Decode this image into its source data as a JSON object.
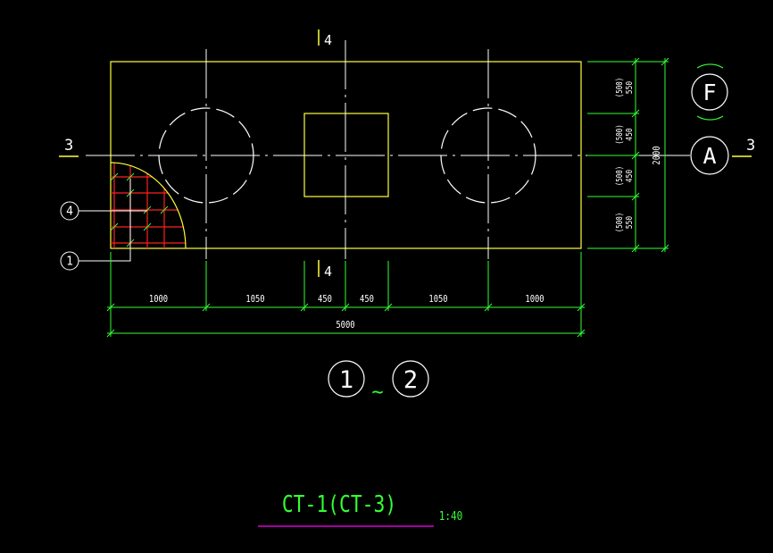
{
  "colors": {
    "background": "#000000",
    "outline": "#ffff3c",
    "dimension": "#32ff32",
    "text": "#ffffff",
    "centerline": "#ffffff",
    "rebar": "#ff2020",
    "underline": "#ff00ff",
    "title": "#32ff32"
  },
  "section_marks": {
    "left": "3",
    "right": "3",
    "top": "4",
    "bottom": "4"
  },
  "axis_bubbles": {
    "top_right": "F",
    "right": "A",
    "bottom_left": "1",
    "bottom_right": "2",
    "range_symbol": "~"
  },
  "rebar_callouts": {
    "upper": "4",
    "lower": "1"
  },
  "dimensions": {
    "horizontal": [
      "1000",
      "1050",
      "450",
      "450",
      "1050",
      "1000"
    ],
    "total_width": "5000",
    "vertical": [
      {
        "main": "550",
        "sub": "(500)"
      },
      {
        "main": "450",
        "sub": "(500)"
      },
      {
        "main": "450",
        "sub": "(500)"
      },
      {
        "main": "550",
        "sub": "(500)"
      }
    ],
    "total_height": "2000"
  },
  "title": {
    "name": "CT-1(CT-3)",
    "scale": "1:40"
  }
}
